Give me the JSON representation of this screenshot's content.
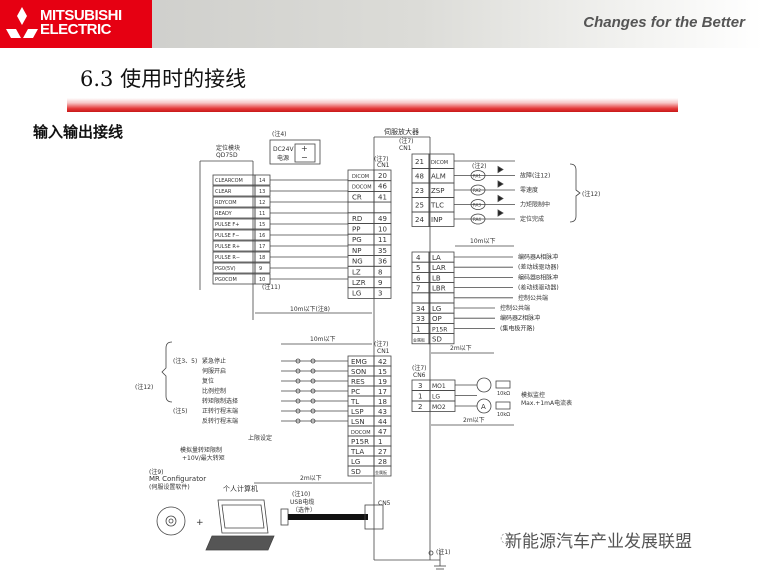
{
  "header": {
    "brand_line1": "MITSUBISHI",
    "brand_line2": "ELECTRIC",
    "tagline": "Changes for the Better",
    "brand_color": "#e60012"
  },
  "page": {
    "title": "6.3 使用时的接线",
    "subtitle": "输入输出接线"
  },
  "diagram": {
    "servo_amp_label": "伺服放大器",
    "note7": "(注7)",
    "cn1": "CN1",
    "cn5": "CN5",
    "cn6": "CN6",
    "power": {
      "note": "(注4)",
      "label1": "DC24V",
      "label2": "电源",
      "plus": "+",
      "minus": "−"
    },
    "positioning_module": {
      "label1": "定位模块",
      "label2": "QD75D",
      "rows": [
        {
          "name": "CLEARCOM",
          "pin": "14"
        },
        {
          "name": "CLEAR",
          "pin": "13"
        },
        {
          "name": "RDYCOM",
          "pin": "12"
        },
        {
          "name": "READY",
          "pin": "11"
        },
        {
          "name": "PULSE F+",
          "pin": "15"
        },
        {
          "name": "PULSE F−",
          "pin": "16"
        },
        {
          "name": "PULSE R+",
          "pin": "17"
        },
        {
          "name": "PULSE R−",
          "pin": "18"
        },
        {
          "name": "PG0(5V)",
          "pin": "9"
        },
        {
          "name": "PG0COM",
          "pin": "10"
        }
      ],
      "note11": "(注11)"
    },
    "cn1_left": [
      {
        "sig": "DICOM",
        "pin": "20"
      },
      {
        "sig": "DOCOM",
        "pin": "46"
      },
      {
        "sig": "CR",
        "pin": "41"
      },
      {
        "sig": "",
        "pin": ""
      },
      {
        "sig": "RD",
        "pin": "49"
      },
      {
        "sig": "PP",
        "pin": "10"
      },
      {
        "sig": "PG",
        "pin": "11"
      },
      {
        "sig": "NP",
        "pin": "35"
      },
      {
        "sig": "NG",
        "pin": "36"
      },
      {
        "sig": "LZ",
        "pin": "8"
      },
      {
        "sig": "LZR",
        "pin": "9"
      },
      {
        "sig": "LG",
        "pin": "3"
      }
    ],
    "cn1_right_top": [
      {
        "pin": "21",
        "sig": "DICOM"
      },
      {
        "pin": "48",
        "sig": "ALM",
        "relay": "RA1",
        "desc": "故障(注12)"
      },
      {
        "pin": "23",
        "sig": "ZSP",
        "relay": "RA2",
        "desc": "零速度"
      },
      {
        "pin": "25",
        "sig": "TLC",
        "relay": "RA3",
        "desc": "力矩限制中"
      },
      {
        "pin": "24",
        "sig": "INP",
        "relay": "RA4",
        "desc": "定位完成"
      }
    ],
    "note2": "(注2)",
    "note12": "(注12)",
    "dist_10m": "10m以下",
    "dist_10m_note8": "10m以下(注8)",
    "dist_2m": "2m以下",
    "cn1_right_encoder": [
      {
        "pin": "4",
        "sig": "LA",
        "desc": "编码器A相脉冲"
      },
      {
        "pin": "5",
        "sig": "LAR",
        "desc": "(差动线驱动器)"
      },
      {
        "pin": "6",
        "sig": "LB",
        "desc": "编码器B相脉冲"
      },
      {
        "pin": "7",
        "sig": "LBR",
        "desc": "(差动线驱动器)"
      },
      {
        "pin": "",
        "sig": "",
        "desc": "控制公共端"
      },
      {
        "pin": "34",
        "sig": "LG",
        "desc": "控制公共端"
      },
      {
        "pin": "33",
        "sig": "OP",
        "desc": "编码器Z相脉冲"
      },
      {
        "pin": "1",
        "sig": "P15R",
        "desc": "(集电极开路)"
      },
      {
        "pin": "金属板",
        "sig": "SD",
        "desc": ""
      }
    ],
    "cn1_inputs": [
      {
        "sig": "EMG",
        "pin": "42",
        "desc": "紧急停止",
        "note": "(注3、5)"
      },
      {
        "sig": "SON",
        "pin": "15",
        "desc": "伺服开启"
      },
      {
        "sig": "RES",
        "pin": "19",
        "desc": "复位"
      },
      {
        "sig": "PC",
        "pin": "17",
        "desc": "比例控制"
      },
      {
        "sig": "TL",
        "pin": "18",
        "desc": "转矩限制选择"
      },
      {
        "sig": "LSP",
        "pin": "43",
        "desc": "正转行程末端",
        "note": "(注5)"
      },
      {
        "sig": "LSN",
        "pin": "44",
        "desc": "反转行程末端"
      },
      {
        "sig": "DOCOM",
        "pin": "47"
      },
      {
        "sig": "P15R",
        "pin": "1"
      },
      {
        "sig": "TLA",
        "pin": "27"
      },
      {
        "sig": "LG",
        "pin": "28"
      },
      {
        "sig": "SD",
        "pin": "金属板"
      }
    ],
    "upper_limit": "上限设定",
    "analog_torque1": "模拟量转矩限制",
    "analog_torque2": "+10V/最大转矩",
    "cn6_rows": [
      {
        "pin": "3",
        "sig": "MO1"
      },
      {
        "pin": "1",
        "sig": "LG"
      },
      {
        "pin": "2",
        "sig": "MO2"
      }
    ],
    "pot": "10kΩ",
    "ammeter": "A",
    "monitor1": "模拟监控",
    "monitor2": "Max.+1mA电流表",
    "software_note": "(注9)",
    "software1": "MR Configurator",
    "software2": "(伺服设置软件)",
    "pc": "个人计算机",
    "usb_note": "(注10)",
    "usb1": "USB电缆",
    "usb2": "（选件）",
    "ground_note": "(注1)"
  },
  "watermark": {
    "text": "新能源汽车产业发展联盟",
    "icon": "wechat-icon"
  }
}
